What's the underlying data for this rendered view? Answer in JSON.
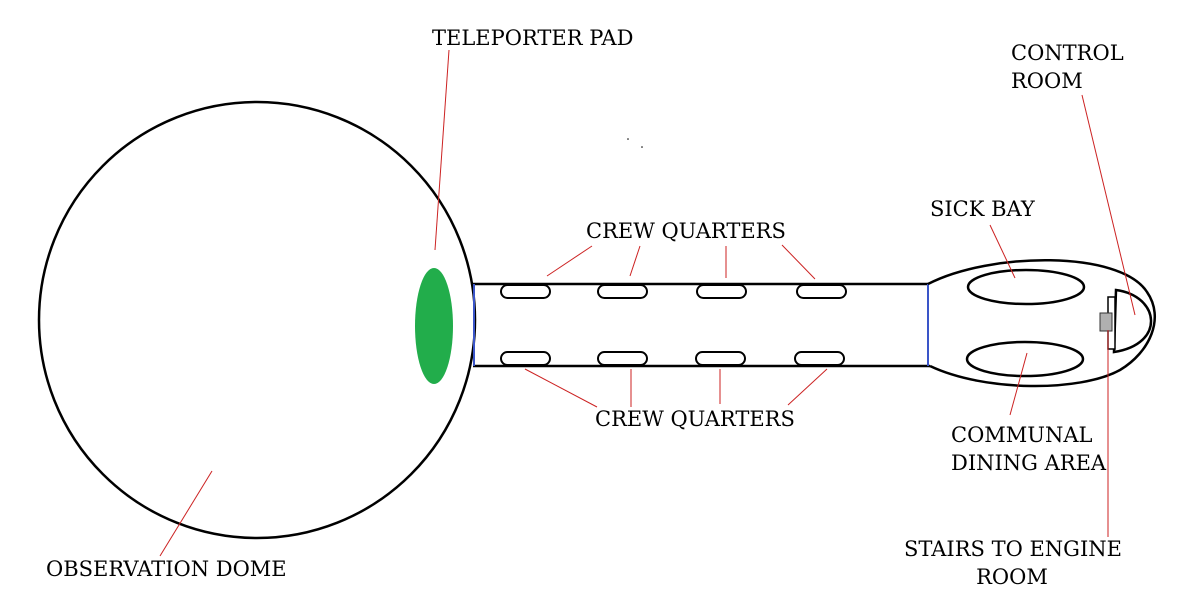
{
  "labels": {
    "teleporter_pad": "TELEPORTER PAD",
    "control_room": [
      "CONTROL",
      "ROOM"
    ],
    "sick_bay": "SICK BAY",
    "crew_quarters_top": "CREW QUARTERS",
    "crew_quarters_bottom": "CREW QUARTERS",
    "communal_dining": [
      "COMMUNAL",
      "DINING AREA"
    ],
    "stairs": [
      "STAIRS TO ENGINE",
      "ROOM"
    ],
    "observation_dome": "OBSERVATION DOME"
  },
  "colors": {
    "outline": "#000000",
    "leader_line": "#cc2222",
    "teleporter_pad": "#22ad4b",
    "junction": "#3a55c8",
    "stairs_fill": "#b0b0b0"
  }
}
